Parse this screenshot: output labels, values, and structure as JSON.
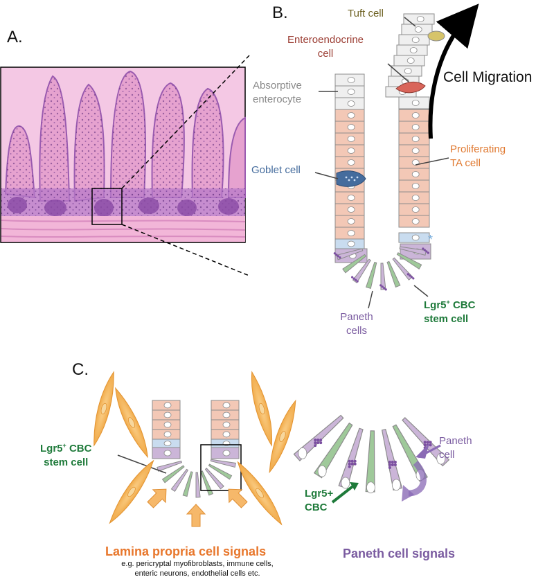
{
  "panels": {
    "a": "A.",
    "b": "B.",
    "c": "C."
  },
  "labels_b": {
    "tuft": "Tuft cell",
    "enteroendocrine_1": "Enteroendocrine",
    "enteroendocrine_2": "cell",
    "migration": "Cell Migration",
    "absorptive_1": "Absorptive",
    "absorptive_2": "enterocyte",
    "proliferating_1": "Proliferating",
    "proliferating_2": "TA cell",
    "goblet": "Goblet cell",
    "asterisk": "*",
    "lgr5_b_base": "Lgr5",
    "lgr5_b_sup": "+",
    "lgr5_b_rest": " CBC",
    "stem_b": "stem cell",
    "paneth_b_1": "Paneth",
    "paneth_b_2": "cells"
  },
  "labels_c": {
    "lgr5_c_base": "Lgr5",
    "lgr5_c_sup": "+",
    "lgr5_c_rest": " CBC",
    "stem_c": "stem cell",
    "paneth_c_1": "Paneth",
    "paneth_c_2": "cell",
    "lgr5_zoom_1": "Lgr5+",
    "lgr5_zoom_2": "CBC",
    "lamina_title": "Lamina propria cell signals",
    "lamina_sub_1": "e.g. pericryptal myofibroblasts, immune cells,",
    "lamina_sub_2": "enteric neurons, endothelial cells etc.",
    "paneth_signals": "Paneth cell signals"
  },
  "colors": {
    "histology_pink": "#e6a2cf",
    "histology_purple": "#7a3d95",
    "enterocyte_fill": "#efefef",
    "ta_fill": "#f3c8b6",
    "goblet_fill": "#456c9d",
    "paneth_fill": "#cbb5d8",
    "stem_fill": "#9fc99a",
    "stem_label": "#1e7a3a",
    "enteroendocrine_label": "#9b3c32",
    "tuft_label": "#6e6223",
    "proliferating_label": "#e07930",
    "lamina_label": "#e8772c",
    "paneth_label": "#7a5ba0",
    "absorptive_label": "#8a8a8a",
    "fibroblast_fill": "#f5b04e"
  }
}
